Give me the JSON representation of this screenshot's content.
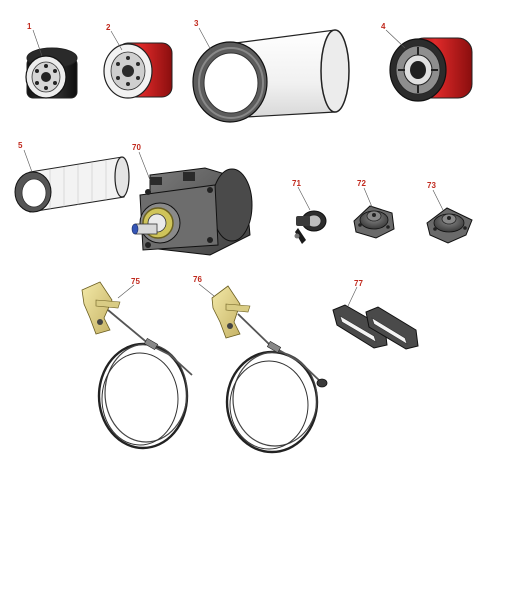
{
  "colors": {
    "callout": "#c0281c",
    "filter_red": "#d21e1e",
    "filter_red_dark": "#9a1212",
    "metal_dark": "#3a3a3a",
    "metal_mid": "#6e6e6e",
    "metal_light": "#c9c9c9",
    "white_part": "#f7f7f7",
    "brass": "#e9dd96",
    "brass_dark": "#b7a45a",
    "motor_grey": "#5b5b5b"
  },
  "parts": [
    {
      "callout": "1",
      "name": "oil-filter-black",
      "icon": "spin-on-filter-icon"
    },
    {
      "callout": "2",
      "name": "oil-filter-red",
      "icon": "spin-on-filter-icon"
    },
    {
      "callout": "3",
      "name": "air-filter-primary",
      "icon": "air-filter-icon"
    },
    {
      "callout": "4",
      "name": "hydraulic-filter-red",
      "icon": "spin-on-filter-icon"
    },
    {
      "callout": "5",
      "name": "air-filter-secondary",
      "icon": "air-filter-icon"
    },
    {
      "callout": "70",
      "name": "wheel-motor",
      "icon": "hydraulic-motor-icon"
    },
    {
      "callout": "71",
      "name": "ignition-switch",
      "icon": "key-switch-icon"
    },
    {
      "callout": "72",
      "name": "isolator-mount-a",
      "icon": "isolator-mount-icon"
    },
    {
      "callout": "73",
      "name": "isolator-mount-b",
      "icon": "isolator-mount-icon"
    },
    {
      "callout": "75",
      "name": "throttle-control-cable-a",
      "icon": "control-cable-icon"
    },
    {
      "callout": "76",
      "name": "throttle-control-cable-b",
      "icon": "control-cable-icon"
    },
    {
      "callout": "77",
      "name": "wear-pads",
      "icon": "pad-icon"
    }
  ]
}
